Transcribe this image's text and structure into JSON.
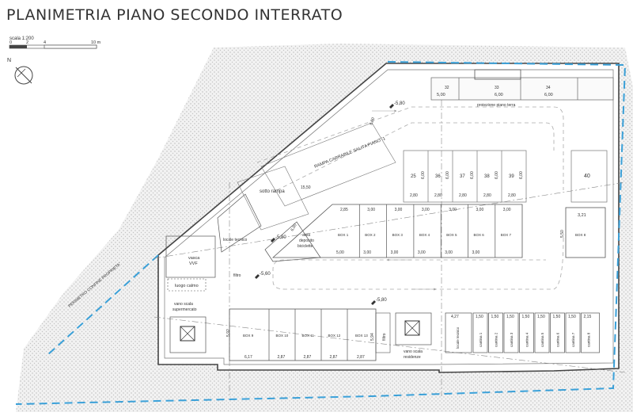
{
  "title": "PLANIMETRIA PIANO SECONDO INTERRATO",
  "scale": {
    "label": "scala 1:200",
    "ticks": [
      "0",
      "2",
      "4",
      "10 m"
    ]
  },
  "north": "N",
  "boundary_label": "PERIMETRO CONFINE PROPRIETA'",
  "ramp_label": "RAMPA CARRABILE SALITA PIANO -1",
  "projection_label": "proiezione piano terra",
  "top_bays": [
    {
      "num": "32",
      "dim": "5,00"
    },
    {
      "num": "33",
      "dim": "6,00"
    },
    {
      "num": "34",
      "dim": "6,00"
    }
  ],
  "parking_bays": [
    {
      "num": "25",
      "w": "2,80"
    },
    {
      "num": "36",
      "w": "2,80"
    },
    {
      "num": "37",
      "w": "2,80"
    },
    {
      "num": "38",
      "w": "2,80"
    },
    {
      "num": "39",
      "w": "2,80"
    }
  ],
  "bay_depth": "6,00",
  "bay_40": "40",
  "box_upper": [
    {
      "name": "BOX 1",
      "w": "2,85"
    },
    {
      "name": "BOX 2",
      "w": "3,00"
    },
    {
      "name": "BOX 3",
      "w": "3,00"
    },
    {
      "name": "BOX 4",
      "w": "3,00"
    },
    {
      "name": "BOX 5",
      "w": "3,00"
    },
    {
      "name": "BOX 6",
      "w": "3,00"
    },
    {
      "name": "BOX 7",
      "w": "3,00"
    }
  ],
  "box_upper_bottom": [
    "5,00",
    "3,00",
    "3,00",
    "3,00",
    "3,00",
    "3,00"
  ],
  "box_8": {
    "name": "BOX 8",
    "w": "3,21",
    "d": "5,50"
  },
  "box_lower": [
    {
      "name": "BOX 9",
      "w": "6,17"
    },
    {
      "name": "BOX 10",
      "w": "2,87"
    },
    {
      "name": "BOX 11",
      "w": "2,87"
    },
    {
      "name": "BOX 12",
      "w": "2,87"
    },
    {
      "name": "BOX 13",
      "w": "2,87"
    }
  ],
  "cantine": [
    {
      "name": "cantina 1",
      "w": "1,50"
    },
    {
      "name": "cantina 2",
      "w": "1,50"
    },
    {
      "name": "cantina 3",
      "w": "1,50"
    },
    {
      "name": "cantina 4",
      "w": "1,50"
    },
    {
      "name": "cantina 5",
      "w": "1,50"
    },
    {
      "name": "cantina 6",
      "w": "1,50"
    },
    {
      "name": "cantina 7",
      "w": "1,50"
    },
    {
      "name": "cantina 8",
      "w": "2,15"
    }
  ],
  "locale_tecnico_2": {
    "name": "locale tecnico",
    "w": "4,27"
  },
  "rooms": {
    "sotto_rampa": "sotto rampa",
    "locale_tecnico": "locale tecnico",
    "area_biciclette": [
      "area",
      "deposito",
      "biciclette"
    ],
    "vasca": [
      "vasca",
      "VVF"
    ],
    "luogo_calmo": "luogo calmo",
    "vano_scala_super": [
      "vano scala",
      "supermercato"
    ],
    "filtro_1": "filtro",
    "filtro_2": "filtro",
    "vano_scala_res": [
      "vano scala",
      "residenze"
    ]
  },
  "levels": [
    "-5,80",
    "-5,80",
    "-5,60",
    "-5,80"
  ],
  "dims": {
    "d600a": "6,00",
    "d1550": "15,50",
    "d600b": "6,00",
    "d650": "6,50",
    "d600c": "6,00",
    "d592": "5,92",
    "d594": "5,94",
    "d1": "1"
  }
}
